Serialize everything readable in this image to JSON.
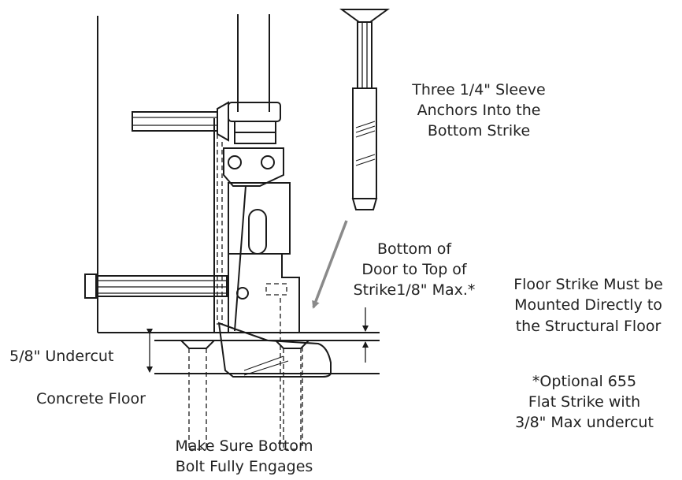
{
  "labels": {
    "sleeve_anchors": [
      "Three 1/4\" Sleeve",
      "Anchors Into the",
      "Bottom Strike"
    ],
    "bottom_of_door": [
      "Bottom of",
      "Door to Top of",
      "Strike1/8\" Max.*"
    ],
    "floor_strike": [
      "Floor Strike Must be",
      "Mounted Directly to",
      "the Structural Floor"
    ],
    "optional": [
      "*Optional 655",
      "Flat Strike with",
      "3/8\" Max undercut"
    ],
    "undercut": "5/8\" Undercut",
    "concrete_floor": "Concrete Floor",
    "make_sure": [
      "Make Sure Bottom",
      "Bolt Fully Engages"
    ]
  },
  "colors": {
    "line": "#1a1a1a",
    "arrow": "#8a8a8a",
    "text": "#222222"
  }
}
